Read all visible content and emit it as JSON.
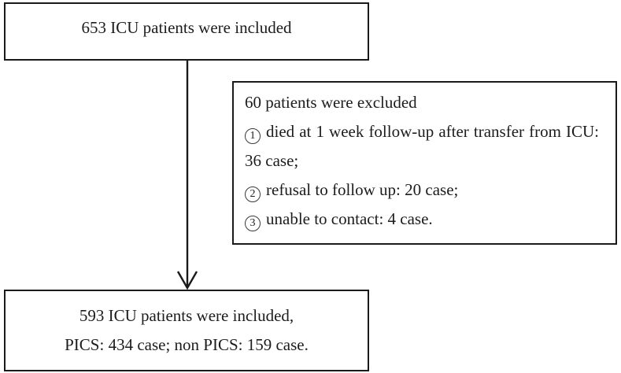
{
  "diagram": {
    "type": "flowchart",
    "top_box": {
      "text": "653 ICU patients were included"
    },
    "exclusion_box": {
      "title": "60 patients were excluded",
      "items": [
        {
          "marker": "1",
          "text": "died at 1 week follow-up after transfer from ICU: 36 case;"
        },
        {
          "marker": "2",
          "text": "refusal to follow up: 20 case;"
        },
        {
          "marker": "3",
          "text": "unable to contact: 4 case."
        }
      ]
    },
    "bottom_box": {
      "line1": "593 ICU patients were included,",
      "line2": "PICS: 434 case; non PICS: 159 case."
    },
    "colors": {
      "border": "#1a1a1a",
      "text": "#1c1c1c",
      "background": "#ffffff"
    }
  }
}
